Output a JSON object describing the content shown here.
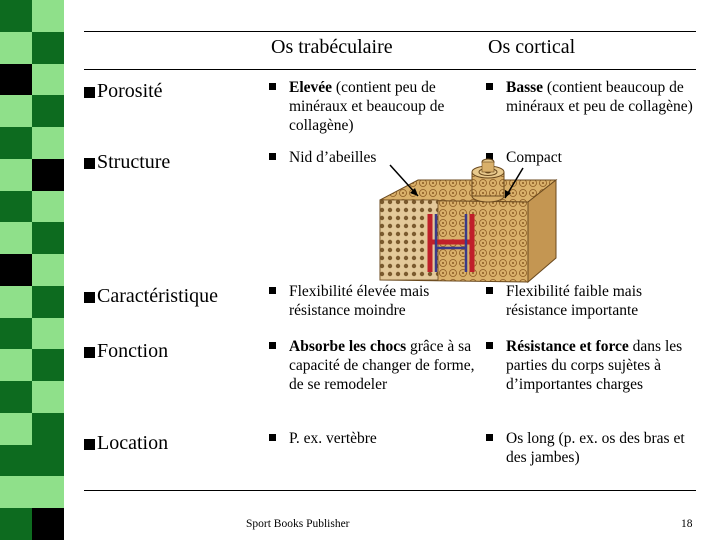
{
  "stripe_colors": {
    "dark": "#0d6b1f",
    "light": "#8fe08a",
    "black": "#000000"
  },
  "headers": {
    "trabecular": "Os trabéculaire",
    "cortical": "Os cortical"
  },
  "rows": [
    {
      "label": "Porosité",
      "trab": {
        "bold": "Elevée",
        "rest": " (contient peu de minéraux et beaucoup de collagène)"
      },
      "cort": {
        "bold": "Basse",
        "rest": " (contient beaucoup de minéraux et peu de collagène)"
      }
    },
    {
      "label": "Structure",
      "trab": {
        "bold": "",
        "rest": "Nid d’abeilles"
      },
      "cort": {
        "bold": "",
        "rest": "Compact"
      }
    },
    {
      "label": "Caractéristique",
      "trab": {
        "bold": "",
        "rest": "Flexibilité élevée mais résistance moindre"
      },
      "cort": {
        "bold": "",
        "rest": "Flexibilité faible mais résistance importante"
      }
    },
    {
      "label": "Fonction",
      "trab": {
        "bold": "Absorbe les chocs",
        "rest": " grâce à sa capacité de changer de forme, de se remodeler"
      },
      "cort": {
        "bold": "Résistance et force",
        "rest": " dans les parties du corps sujètes à d’importantes charges"
      }
    },
    {
      "label": "Location",
      "trab": {
        "bold": "",
        "rest": "P. ex. vertèbre"
      },
      "cort": {
        "bold": "",
        "rest": "Os long (p. ex. os des bras et des jambes)"
      }
    }
  ],
  "footer": "Sport Books Publisher",
  "page_number": "18",
  "illustration_icon": "bone-cross-section-icon"
}
